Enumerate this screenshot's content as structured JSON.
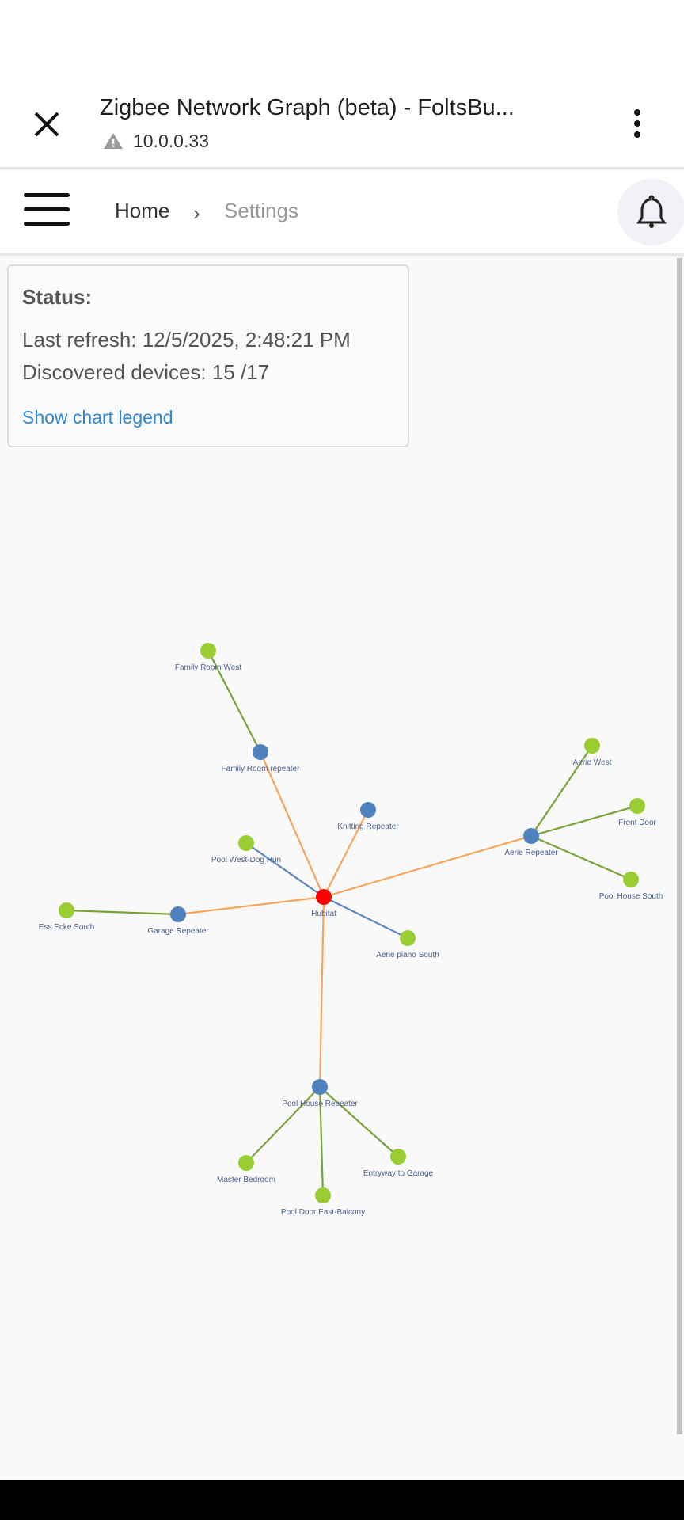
{
  "header": {
    "title": "Zigbee Network Graph (beta) - FoltsBu...",
    "url": "10.0.0.33",
    "close_icon": "close-icon",
    "warning_icon": "warning-icon",
    "more_icon": "more-vert-icon"
  },
  "nav": {
    "menu_icon": "hamburger-icon",
    "breadcrumb": [
      "Home",
      "Settings"
    ],
    "bell_icon": "bell-icon"
  },
  "status": {
    "heading": "Status:",
    "last_refresh": "Last refresh: 12/5/2025, 2:48:21 PM",
    "discovered": "Discovered devices: 15 /17",
    "legend_link": "Show chart legend"
  },
  "colors": {
    "coordinator": "#ff0000",
    "router": "#4f81bd",
    "end_device": "#9acd32",
    "edge_router": "#f7a45a",
    "edge_end_green": "#78a239",
    "edge_end_blue": "#5a87c0"
  },
  "graph": {
    "nodes": [
      {
        "id": "hub",
        "label": "Hubitat",
        "type": "coordinator"
      },
      {
        "id": "frr",
        "label": "Family Room repeater",
        "type": "router"
      },
      {
        "id": "frw",
        "label": "Family Room West",
        "type": "end_device"
      },
      {
        "id": "kr",
        "label": "Knitting Repeater",
        "type": "router"
      },
      {
        "id": "pwd",
        "label": "Pool West-Dog Run",
        "type": "end_device"
      },
      {
        "id": "gr",
        "label": "Garage Repeater",
        "type": "router"
      },
      {
        "id": "ees",
        "label": "Ess Ecke South",
        "type": "end_device"
      },
      {
        "id": "aps",
        "label": "Aerie piano South",
        "type": "end_device"
      },
      {
        "id": "ar",
        "label": "Aerie Repeater",
        "type": "router"
      },
      {
        "id": "aw",
        "label": "Aerie West",
        "type": "end_device"
      },
      {
        "id": "fd",
        "label": "Front Door",
        "type": "end_device"
      },
      {
        "id": "phs",
        "label": "Pool House South",
        "type": "end_device"
      },
      {
        "id": "phr",
        "label": "Pool House Repeater",
        "type": "router"
      },
      {
        "id": "mb",
        "label": "Master Bedroom",
        "type": "end_device"
      },
      {
        "id": "pdb",
        "label": "Pool Door East-Balcony",
        "type": "end_device"
      },
      {
        "id": "etg",
        "label": "Entryway to Garage",
        "type": "end_device"
      }
    ],
    "edges": [
      [
        "hub",
        "frr",
        "edge_router"
      ],
      [
        "frr",
        "frw",
        "edge_end_green"
      ],
      [
        "hub",
        "kr",
        "edge_router"
      ],
      [
        "hub",
        "pwd",
        "edge_end_blue"
      ],
      [
        "hub",
        "gr",
        "edge_router"
      ],
      [
        "gr",
        "ees",
        "edge_end_green"
      ],
      [
        "hub",
        "aps",
        "edge_end_blue"
      ],
      [
        "hub",
        "ar",
        "edge_router"
      ],
      [
        "ar",
        "aw",
        "edge_end_green"
      ],
      [
        "ar",
        "fd",
        "edge_end_green"
      ],
      [
        "ar",
        "phs",
        "edge_end_green"
      ],
      [
        "hub",
        "phr",
        "edge_router"
      ],
      [
        "phr",
        "mb",
        "edge_end_green"
      ],
      [
        "phr",
        "pdb",
        "edge_end_green"
      ],
      [
        "phr",
        "etg",
        "edge_end_green"
      ]
    ]
  }
}
